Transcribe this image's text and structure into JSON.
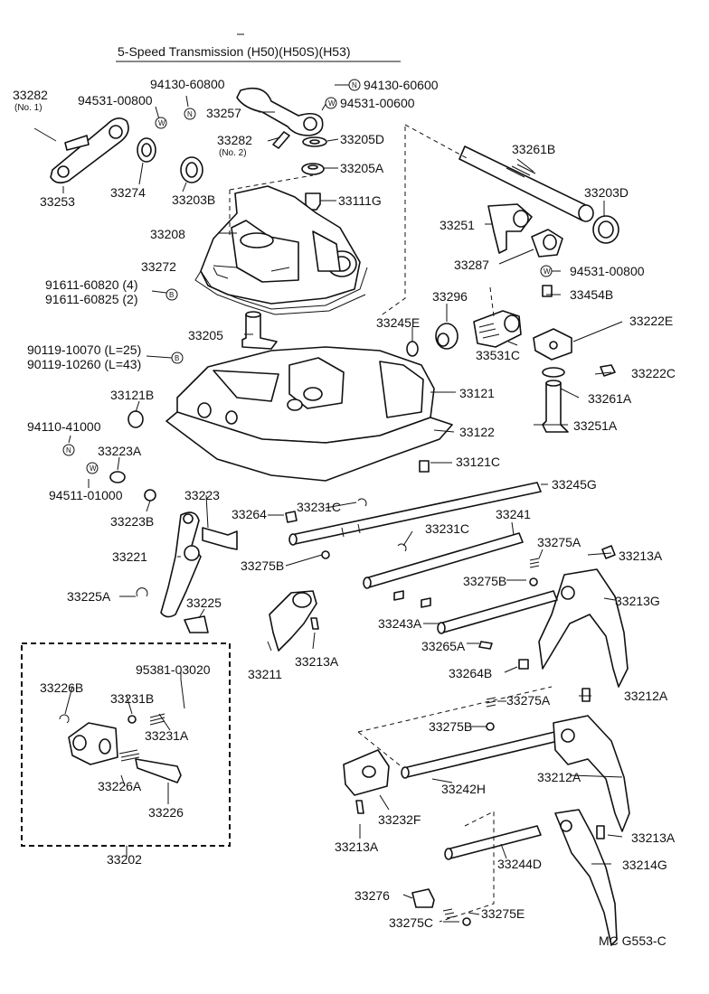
{
  "title": "5-Speed Transmission (H50)(H50S)(H53)",
  "figure_code": "MC G553-C",
  "symbols": {
    "n": "N",
    "w": "W",
    "b": "B"
  },
  "labels": {
    "p33282_no1": "33282",
    "no1": "(No. 1)",
    "p94531_00800a": "94531-00800",
    "p94130_60800": "94130-60800",
    "p33257": "33257",
    "p94130_60600": "94130-60600",
    "p94531_00600": "94531-00600",
    "p33282_no2": "33282",
    "no2": "(No. 2)",
    "p33205D": "33205D",
    "p33205A": "33205A",
    "p33253": "33253",
    "p33274": "33274",
    "p33203B": "33203B",
    "p33111G": "33111G",
    "p33208": "33208",
    "p33272": "33272",
    "p91611_60820": "91611-60820 (4)",
    "p91611_60825": "91611-60825 (2)",
    "p33205": "33205",
    "p90119_10070": "90119-10070 (L=25)",
    "p90119_10260": "90119-10260 (L=43)",
    "p33121B": "33121B",
    "p94110_41000": "94110-41000",
    "p33223A": "33223A",
    "p94511_01000": "94511-01000",
    "p33223B": "33223B",
    "p33223": "33223",
    "p33221": "33221",
    "p33225A": "33225A",
    "p33225": "33225",
    "p33261B": "33261B",
    "p33203D": "33203D",
    "p33251": "33251",
    "p33287": "33287",
    "p94531_00800b": "94531-00800",
    "p33454B": "33454B",
    "p33296": "33296",
    "p33245E": "33245E",
    "p33222E": "33222E",
    "p33531C": "33531C",
    "p33222C": "33222C",
    "p33121": "33121",
    "p33261A": "33261A",
    "p33122": "33122",
    "p33251A": "33251A",
    "p33121C": "33121C",
    "p33245G": "33245G",
    "p33264": "33264",
    "p33231C_a": "33231C",
    "p33241": "33241",
    "p33231C_b": "33231C",
    "p33275A_a": "33275A",
    "p33213A_a": "33213A",
    "p33275B_a": "33275B",
    "p33275B_b": "33275B",
    "p33213G": "33213G",
    "p33243A": "33243A",
    "p33265A": "33265A",
    "p33211": "33211",
    "p33213A_b": "33213A",
    "p33264B": "33264B",
    "p33212A_a": "33212A",
    "p33275A_b": "33275A",
    "p33275B_c": "33275B",
    "p33242H": "33242H",
    "p33212A_b": "33212A",
    "p33232F": "33232F",
    "p33213A_c": "33213A",
    "p33213A_d": "33213A",
    "p33244D": "33244D",
    "p33214G": "33214G",
    "p33276": "33276",
    "p33275E": "33275E",
    "p33275C": "33275C",
    "p95381_03020": "95381-03020",
    "p33226B": "33226B",
    "p33231B": "33231B",
    "p33231A": "33231A",
    "p33226A": "33226A",
    "p33226": "33226",
    "p33202": "33202"
  }
}
